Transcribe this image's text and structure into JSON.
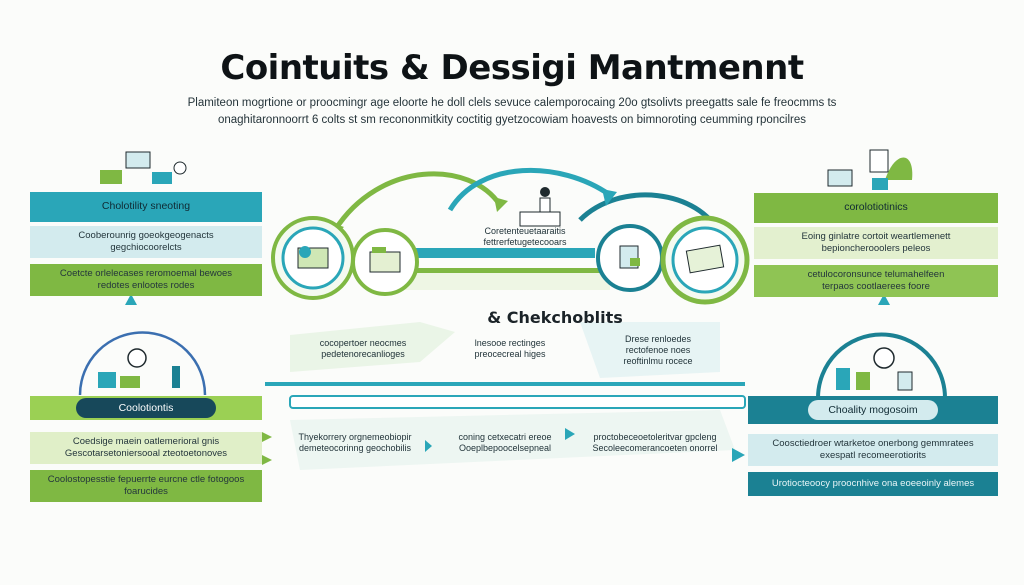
{
  "title": "Cointuits & Dessigi Mantmennt",
  "intro": {
    "line1": "Plamiteon mogrtione or proocmingr age eloorte he doll clels sevuce calemporocaing 20o gtsolivts preegatts sale fe freocmms ts",
    "line2": "onaghitaronnoorrt 6 colts st sm recononmitkity coctitig gyetzocowiam hoavests on bimnoroting ceumming rponcilres"
  },
  "left_top_panel": {
    "header": "Cholotility sneoting",
    "row1_line1": "Cooberounrig goeokgeogenacts",
    "row1_line2": "gegchiocoorelcts",
    "row2_line1": "Coetcte orlelecases reromoemal bewoes",
    "row2_line2": "redotes enlootes rodes"
  },
  "left_bottom_panel": {
    "header": "Coolotiontis",
    "row1_line1": "Coedsige maein oatlemerioral gnis",
    "row1_line2": "Gescotarsetoniersooal zteotoetonoves",
    "row2_line1": "Coolostopesstie fepuerrte eurcne ctle fotogoos",
    "row2_line2": "foarucides"
  },
  "right_top_panel": {
    "header": "corolotiotinics",
    "row1_line1": "Eoing ginlatre cortoit weartlemenett",
    "row1_line2": "bepioncherooolers peleos",
    "row2_line1": "cetulocoronsunce telumahelfeen",
    "row2_line2": "terpaos cootlaerees foore"
  },
  "right_bottom_panel": {
    "header": "Choality mogosoim",
    "row1_line1": "Coosctiedroer wtarketoe onerbong gemmratees",
    "row1_line2": "exespatl recomeerotiorits",
    "row2_line1": "Urotiocteoocy proocnhive ona eoeeoinly alemes"
  },
  "center": {
    "top_label_line1": "Coretenteuetaaraitis",
    "top_label_line2": "fettrerfetugetecooars",
    "checkpoint_label": "& Chekchoblits",
    "mid_left_line1": "cocopertoer neocmes",
    "mid_left_line2": "pedetenorecanlioges",
    "mid_center_line1": "lnesooe rectinges",
    "mid_center_line2": "preocecreal higes",
    "mid_right_line1": "Drese renloedes",
    "mid_right_line2": "rectofenoe noes",
    "mid_right_line3": "reoftinlmu rocece",
    "bottom_left_line1": "Thyekorrery orgnemeobiopir",
    "bottom_left_line2": "demeteocorinng geochobilis",
    "bottom_center_line1": "coning cetxecatri ereoe",
    "bottom_center_line2": "Ooeplbepoocelsepneal",
    "bottom_right_line1": "proctobeceoetoleritvar gpcleng",
    "bottom_right_line2": "Secoleecomerancoeten onorrel"
  },
  "colors": {
    "teal": "#2aa6b8",
    "teal_dark": "#1b8193",
    "green": "#7fb843",
    "green_light": "#dcebc4",
    "teal_light": "#d3ebee",
    "navy": "#17485a"
  },
  "icons": [
    "office-people-icon",
    "checklist-person-icon",
    "gear-document-icon",
    "document-stack-icon",
    "person-podium-icon",
    "tablet-chart-icon",
    "hand-document-icon",
    "folder-stack-icon",
    "pie-chart-icon"
  ]
}
